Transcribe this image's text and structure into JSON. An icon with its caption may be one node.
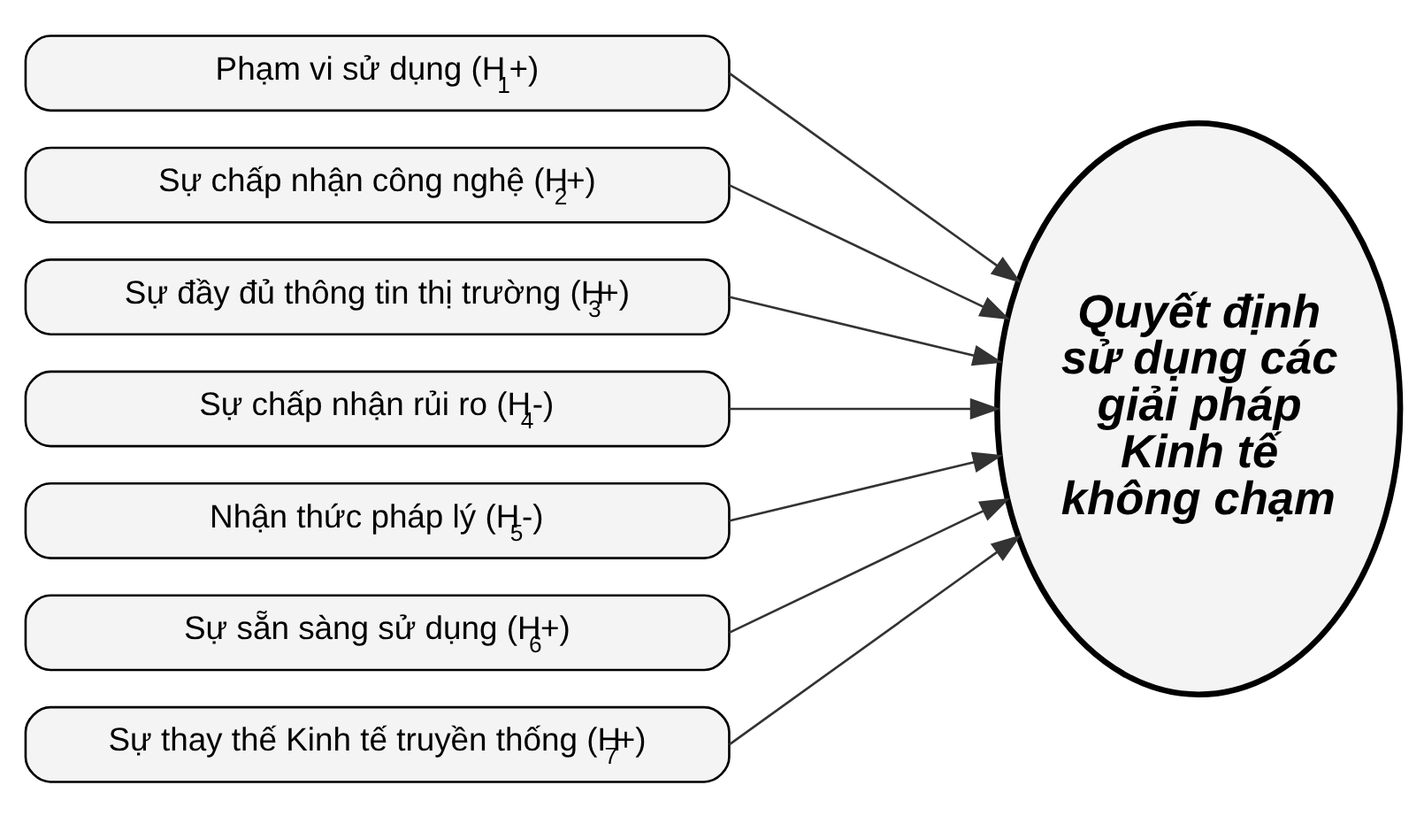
{
  "diagram": {
    "nodes": [
      {
        "text": [
          "Phạm vi sử dụng (H$_{1}$+)"
        ]
      },
      {
        "text": [
          "Sự chấp nhận công nghệ (H$_{2}$+)"
        ]
      },
      {
        "text": [
          "Sự đầy đủ thông tin thị trường (H$_{3}$+)"
        ]
      },
      {
        "text": [
          "Sự chấp nhận rủi ro (H$_{4}$-)"
        ]
      },
      {
        "text": [
          "Nhận thức pháp lý (H$_{5}$-)"
        ]
      },
      {
        "text": [
          "Sự sẵn sàng sử dụng (H$_{6}$+)"
        ]
      },
      {
        "text": [
          "Sự thay thế Kinh tế truyền thống (H$_{7}$+)"
        ]
      },
      {
        "text": [
          "Quyết định sử dụng các giải pháp Kinh tế không chạm"
        ]
      }
    ],
    "edges": [
      {
        "from": 0,
        "to": 7,
        "arrow": "to"
      },
      {
        "from": 1,
        "to": 7,
        "arrow": "to"
      },
      {
        "from": 2,
        "to": 7,
        "arrow": "to"
      },
      {
        "from": 3,
        "to": 7,
        "arrow": "to"
      },
      {
        "from": 4,
        "to": 7,
        "arrow": "to"
      },
      {
        "from": 5,
        "to": 7,
        "arrow": "to"
      },
      {
        "from": 6,
        "to": 7,
        "arrow": "to"
      }
    ]
  }
}
